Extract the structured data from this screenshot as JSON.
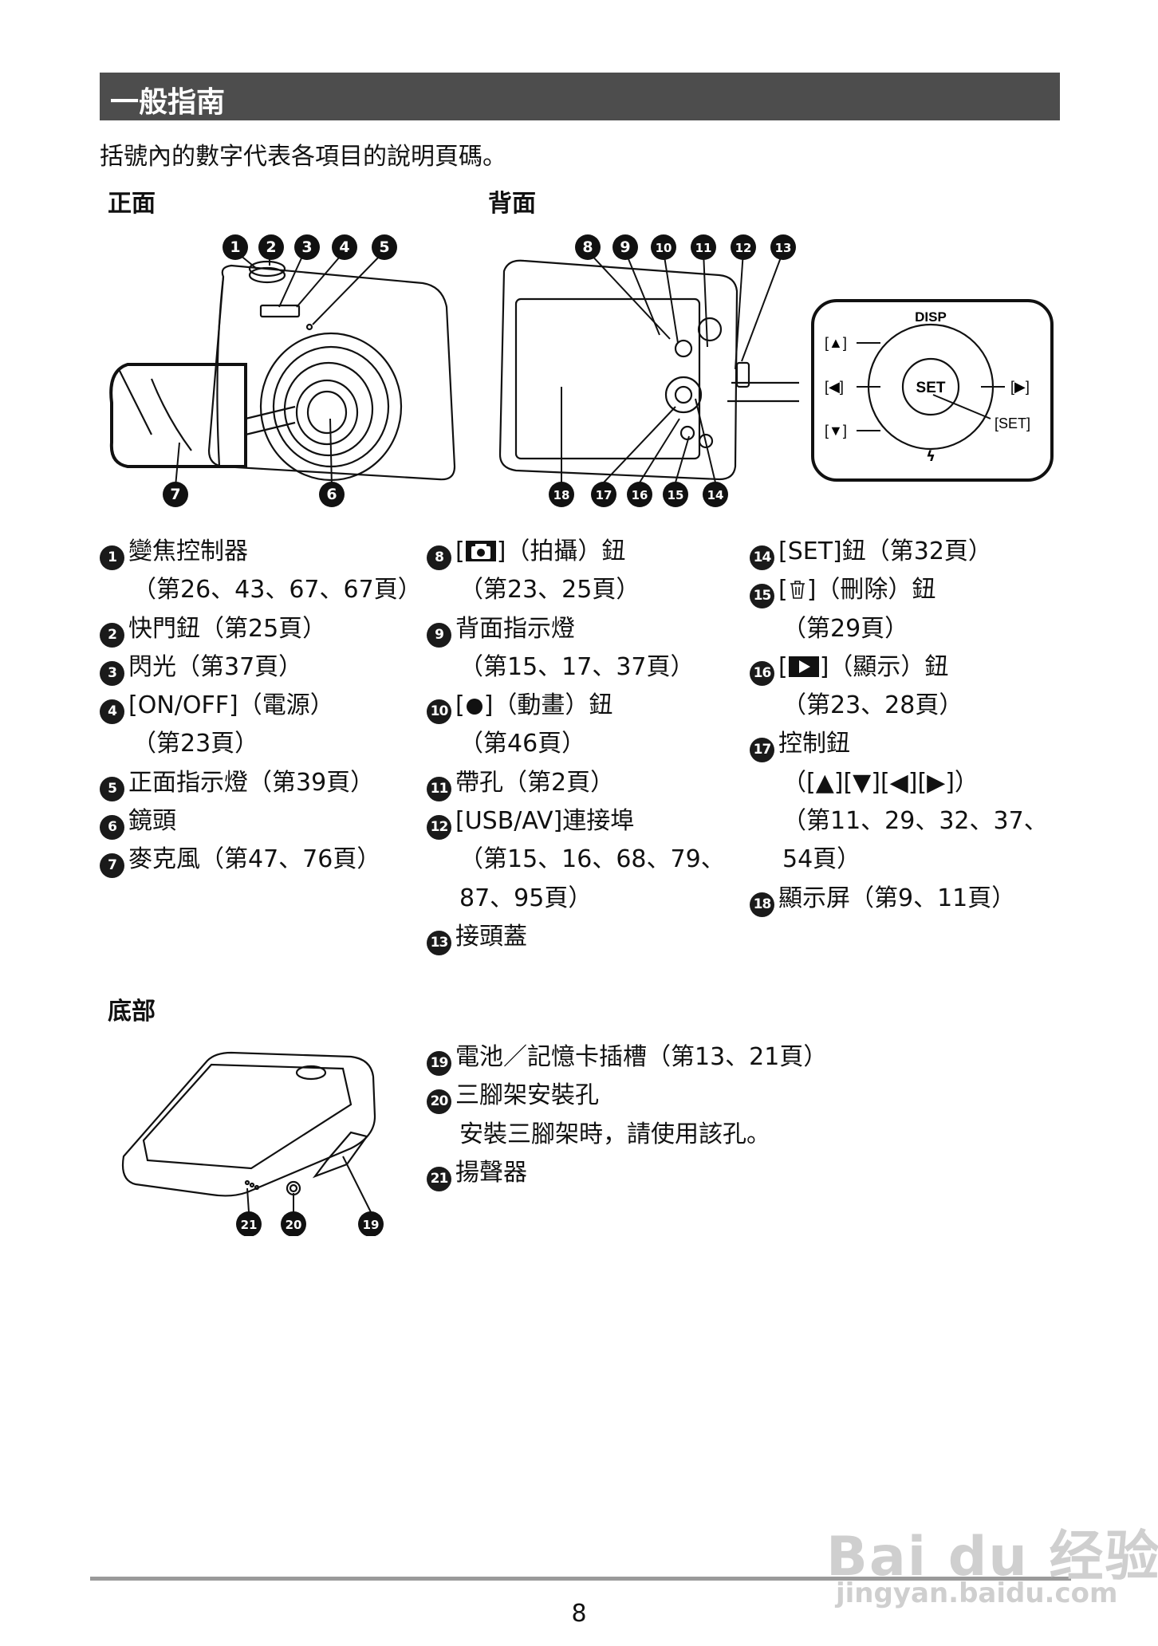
{
  "header": {
    "title": "一般指南"
  },
  "intro": "括號內的數字代表各項目的說明頁碼。",
  "sections": {
    "front": "正面",
    "back": "背面",
    "bottom": "底部"
  },
  "dial": {
    "disp": "DISP",
    "set": "SET",
    "up": "[▲]",
    "left": "[◀]",
    "right": "[▶]",
    "down": "[▼]",
    "set_label": "[SET]"
  },
  "callout_numbers": {
    "front_top": [
      "1",
      "2",
      "3",
      "4",
      "5"
    ],
    "front_bottom": [
      "7",
      "6"
    ],
    "back_top": [
      "8",
      "9",
      "10",
      "11",
      "12",
      "13"
    ],
    "back_bottom": [
      "18",
      "17",
      "16",
      "15",
      "14"
    ],
    "bottom": [
      "21",
      "20",
      "19"
    ]
  },
  "col1": [
    {
      "num": "1",
      "text": "變焦控制器"
    },
    {
      "num": "",
      "text": "（第26、43、67、67頁）"
    },
    {
      "num": "2",
      "text": "快門鈕（第25頁）"
    },
    {
      "num": "3",
      "text": "閃光（第37頁）"
    },
    {
      "num": "4",
      "text": "[ON/OFF]（電源）"
    },
    {
      "num": "",
      "text": "（第23頁）"
    },
    {
      "num": "5",
      "text": "正面指示燈（第39頁）"
    },
    {
      "num": "6",
      "text": "鏡頭"
    },
    {
      "num": "7",
      "text": "麥克風（第47、76頁）"
    }
  ],
  "col2": [
    {
      "num": "8",
      "pre": "[",
      "icon": "camera-icon",
      "text": "]（拍攝）鈕"
    },
    {
      "num": "",
      "text": "（第23、25頁）"
    },
    {
      "num": "9",
      "text": "背面指示燈"
    },
    {
      "num": "",
      "text": "（第15、17、37頁）"
    },
    {
      "num": "10",
      "pre": "[",
      "icon": "record-dot-icon",
      "text": "]（動畫）鈕"
    },
    {
      "num": "",
      "text": "（第46頁）"
    },
    {
      "num": "11",
      "text": "帶孔（第2頁）"
    },
    {
      "num": "12",
      "text": "[USB/AV]連接埠"
    },
    {
      "num": "",
      "text": "（第15、16、68、79、"
    },
    {
      "num": "",
      "text": "87、95頁）"
    },
    {
      "num": "13",
      "text": "接頭蓋"
    }
  ],
  "col3": [
    {
      "num": "14",
      "text": "[SET]鈕（第32頁）"
    },
    {
      "num": "15",
      "pre": "[",
      "icon": "trash-icon",
      "text": "]（刪除）鈕"
    },
    {
      "num": "",
      "text": "（第29頁）"
    },
    {
      "num": "16",
      "pre": "[",
      "icon": "play-icon",
      "text": "]（顯示）鈕"
    },
    {
      "num": "",
      "text": "（第23、28頁）"
    },
    {
      "num": "17",
      "text": "控制鈕"
    },
    {
      "num": "",
      "text": "（[▲][▼][◀][▶]）"
    },
    {
      "num": "",
      "text": "（第11、29、32、37、"
    },
    {
      "num": "",
      "text": "54頁）"
    },
    {
      "num": "18",
      "text": "顯示屏（第9、11頁）"
    }
  ],
  "col4": [
    {
      "num": "19",
      "text": "電池／記憶卡插槽（第13、21頁）"
    },
    {
      "num": "20",
      "text": "三腳架安裝孔"
    },
    {
      "num": "",
      "text": "安裝三腳架時，請使用該孔。"
    },
    {
      "num": "21",
      "text": "揚聲器"
    }
  ],
  "page_number": "8",
  "watermark": {
    "main": "Bai du 经验",
    "sub": "jingyan.baidu.com"
  }
}
